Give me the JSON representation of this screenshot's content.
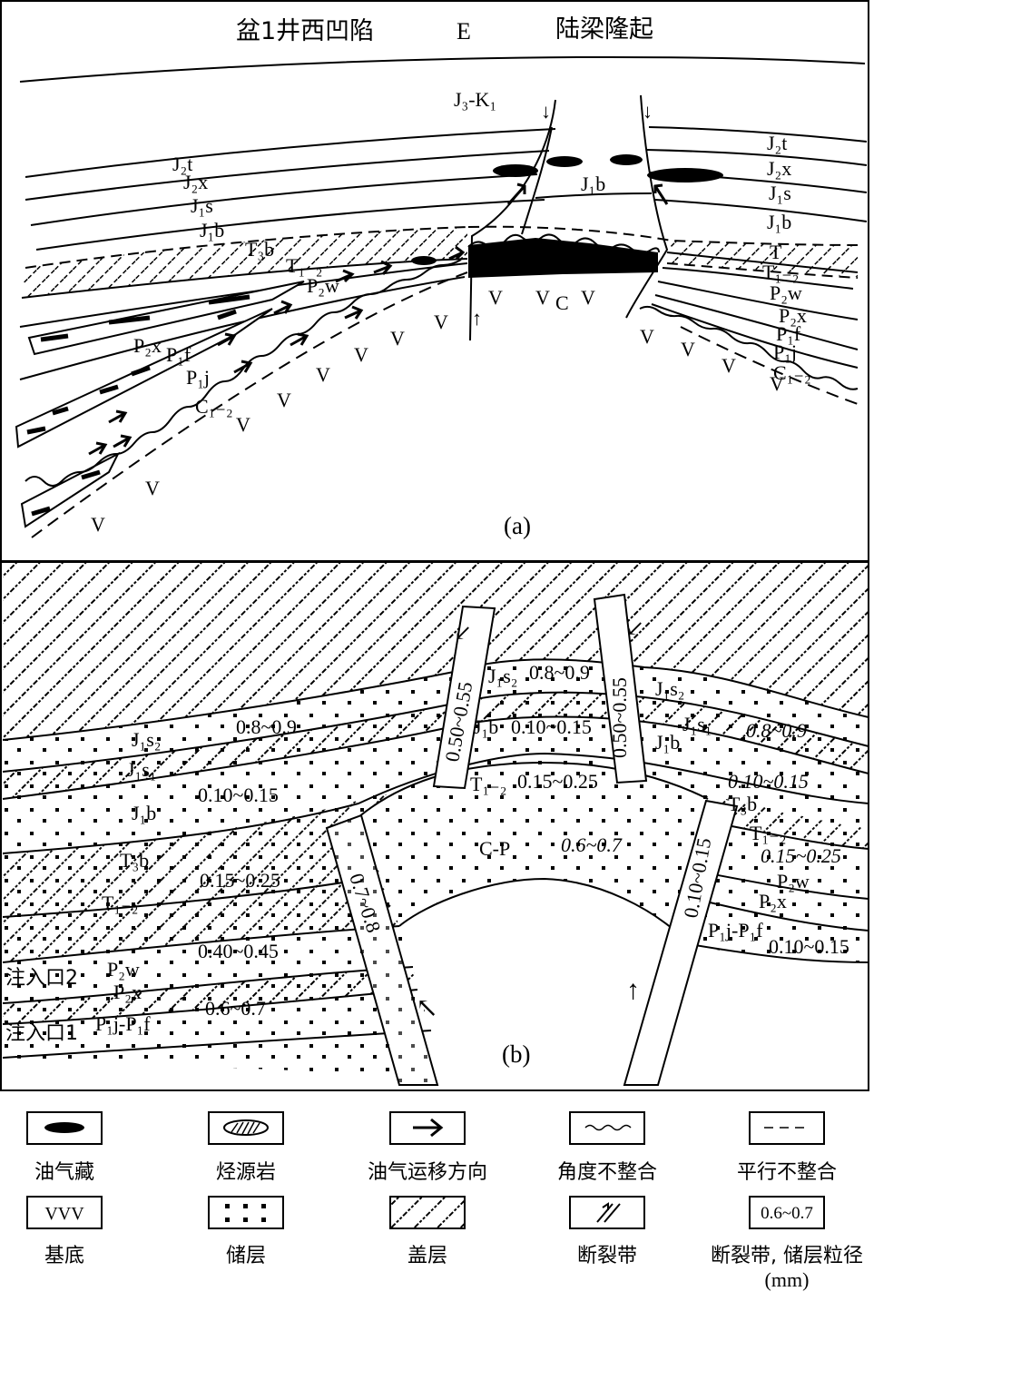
{
  "panel_a": {
    "header": {
      "left": "盆1井西凹陷",
      "center": "E",
      "right": "陆梁隆起"
    },
    "caption": "(a)",
    "labels": {
      "j3k1": "J₃-K₁",
      "left_j2t": "J₂t",
      "left_j2x": "J₂x",
      "left_j1s": "J₁s",
      "left_j1b": "J₁b",
      "left_t3b": "T₃b",
      "left_t12": "T₁₋₂",
      "left_p2w": "P₂w",
      "left_p2x": "P₂x",
      "left_p1f": "P₁f",
      "left_p1j": "P₁j",
      "left_c12": "C₁₋₂",
      "center_j1b": "J₁b",
      "center_c": "C",
      "right_j2t": "J₂t",
      "right_j2x": "J₂x",
      "right_j1s": "J₁s",
      "right_j1b": "J₁b",
      "right_t": "T",
      "right_t12": "T₁₋₂",
      "right_p2w": "P₂w",
      "right_p2x": "P₂x",
      "right_p1f": "P₁f",
      "right_p1j": "P₁j",
      "right_c12": "C₁₋₂"
    }
  },
  "panel_b": {
    "caption": "(b)",
    "inlet1": "注入口1",
    "inlet2": "注入口2",
    "labels": {
      "l_j1s2": "J₁s₂",
      "l_j1s1": "J₁s₁",
      "l_j1b": "J₁b",
      "l_t3b": "T₃b",
      "l_t12": "T₁₋₂",
      "l_p2w": "P₂w",
      "l_p2x": "P₂x",
      "l_p1jp1f": "P₁j-P₁f",
      "c_j1s2": "J₁s₂",
      "c_j1b": "J₁b",
      "c_t12": "T₁₋₂",
      "c_cp": "C-P",
      "r_j1s2": "J₁s₂",
      "r_j1s1": "J₁s₁",
      "r_j1b": "J₁b",
      "r_t3b": "T₃b",
      "r_t12": "T₁₋₂",
      "r_p2w": "P₂w",
      "r_p2x": "P₂x",
      "r_p1jp1f": "P₁j-P₁f"
    },
    "values": {
      "l_j1s2": "0.8~0.9",
      "l_j1b": "0.10~0.15",
      "l_t12": "0.15~0.25",
      "l_p2w": "0.40~0.45",
      "l_p1": "0.6~0.7",
      "c_j1s2": "0.8~0.9",
      "c_j1b": "0.10~0.15",
      "c_t12": "0.15~0.25",
      "c_cp": "0.6~0.7",
      "r_j1s2": "0.8~0.9",
      "r_j1b": "0.10~0.15",
      "r_t12": "0.15~0.25",
      "r_p1": "0.10~0.15",
      "fault1": "0.50~0.55",
      "fault2": "0.50~0.55",
      "fault3": "0.7~0.8",
      "fault4": "0.10~0.15"
    }
  },
  "legend": [
    {
      "icon": "oil-gas-reservoir-icon",
      "label": "油气藏"
    },
    {
      "icon": "source-rock-icon",
      "label": "烃源岩"
    },
    {
      "icon": "migration-arrow-icon",
      "label": "油气运移方向"
    },
    {
      "icon": "angular-unconformity-icon",
      "label": "角度不整合"
    },
    {
      "icon": "parallel-unconformity-icon",
      "label": "平行不整合"
    },
    {
      "icon": "basement-icon",
      "label": "基底",
      "symbol": "VVV"
    },
    {
      "icon": "reservoir-icon",
      "label": "储层"
    },
    {
      "icon": "caprock-icon",
      "label": "盖层"
    },
    {
      "icon": "fault-zone-icon",
      "label": "断裂带"
    },
    {
      "icon": "grain-size-icon",
      "label": "断裂带, 储层粒径",
      "unit": "(mm)",
      "sample": "0.6~0.7"
    }
  ]
}
